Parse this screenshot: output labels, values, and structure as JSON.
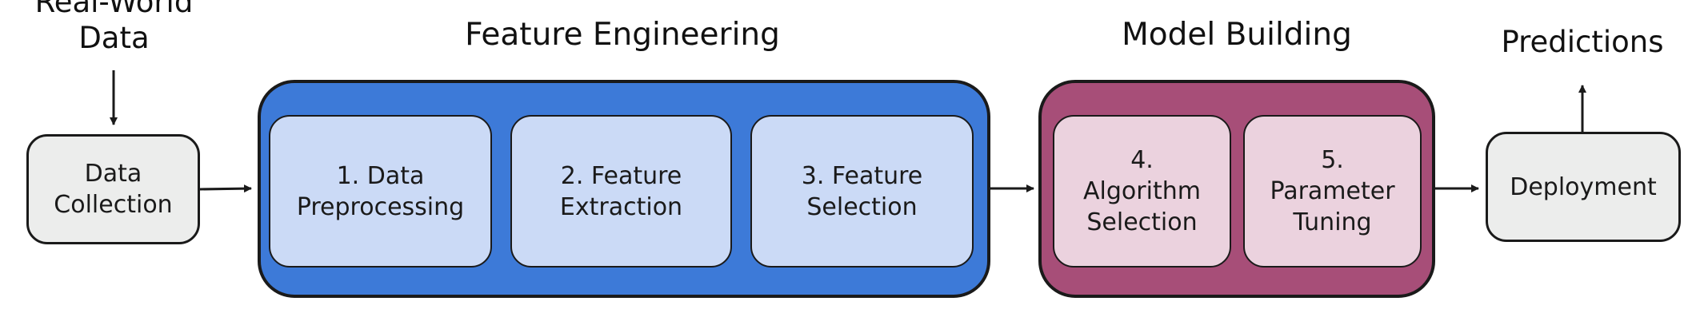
{
  "source_label": "Real-World\nData",
  "stages": {
    "data_collection": "Data\nCollection",
    "deployment": "Deployment"
  },
  "groups": {
    "feature_engineering": {
      "title": "Feature Engineering",
      "steps": [
        "1. Data\nPreprocessing",
        "2. Feature\nExtraction",
        "3. Feature\nSelection"
      ]
    },
    "model_building": {
      "title": "Model Building",
      "steps": [
        "4.\nAlgorithm\nSelection",
        "5.\nParameter\nTuning"
      ]
    }
  },
  "output_label": "Predictions",
  "colors": {
    "feature_group": "#3d7ad8",
    "feature_step": "#cbdaf6",
    "model_group": "#a74e78",
    "model_step": "#ebd2de",
    "endpoint_box": "#ecedec"
  }
}
